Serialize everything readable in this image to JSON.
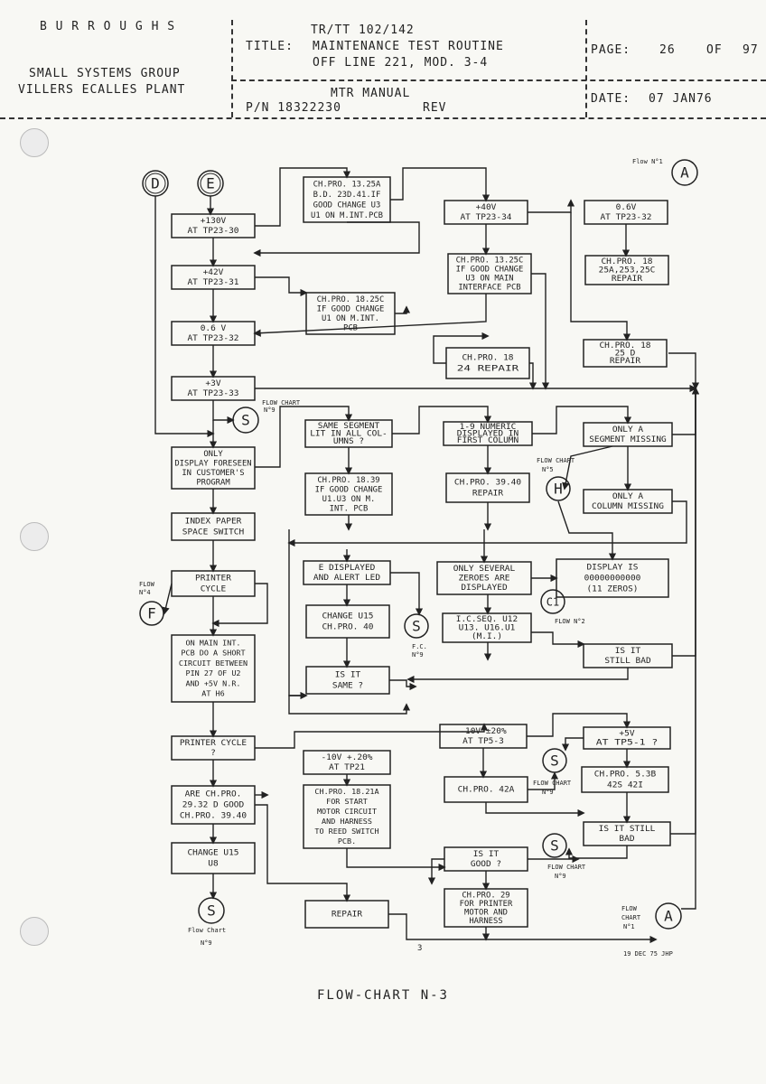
{
  "header": {
    "company": "B U R R O U G H S",
    "group_line1": "SMALL SYSTEMS GROUP",
    "group_line2": "VILLERS ECALLES PLANT",
    "ref": "TR/TT    102/142",
    "title_label": "TITLE:",
    "title_line1": "MAINTENANCE TEST ROUTINE",
    "title_line2": "OFF LINE 221, MOD. 3-4",
    "manual": "MTR MANUAL",
    "pn": "P/N 18322230",
    "rev": "REV",
    "page_label": "PAGE:",
    "page_num": "26",
    "page_of": "OF",
    "page_total": "97",
    "date_label": "DATE:",
    "date_value": "07 JAN76"
  },
  "connectors": {
    "D": "D",
    "E": "E",
    "A": "A",
    "S": "S",
    "H": "H",
    "F": "F",
    "C1": "C1"
  },
  "notes": {
    "flow1_top": "Flow N°1",
    "fc9_a": "FLOW CHART",
    "fc9_b": "N°9",
    "fc5_a": "FLOW CHART",
    "fc5_b": "N°5",
    "fc9_c": "F.C.",
    "fc9_d": "N°9",
    "flow4_a": "FLOW",
    "flow4_b": "N°4",
    "flow2": "FLOW N°2",
    "fc9_e": "FLOW CHART",
    "fc9_f": "N°9",
    "fc9_g": "FLOW CHART",
    "fc9_h": "N°9",
    "fc9_i": "Flow Chart",
    "fc9_j": "N°9",
    "flow1_a": "FLOW",
    "flow1_b": "CHART",
    "flow1_c": "N°1"
  },
  "boxes": {
    "v130": [
      "+130V",
      "AT TP23-30"
    ],
    "v42": [
      "+42V",
      "AT TP23-31"
    ],
    "v06a": [
      "0.6 V",
      "AT TP23-32"
    ],
    "v3": [
      "+3V",
      "AT TP23-33"
    ],
    "only_display": [
      "ONLY",
      "DISPLAY FORESEEN",
      "IN CUSTOMER'S",
      "PROGRAM"
    ],
    "index_paper": [
      "INDEX PAPER",
      "SPACE SWITCH"
    ],
    "printer_cycle1": [
      "PRINTER",
      "CYCLE"
    ],
    "short_circuit": [
      "ON MAIN INT.",
      "PCB DO A SHORT",
      "CIRCUIT BETWEEN",
      "PIN 27 OF U2",
      "AND +5V N.R.",
      "AT H6"
    ],
    "printer_cycle2": [
      "PRINTER CYCLE",
      "?"
    ],
    "are_chpro": [
      "ARE CH.PRO.",
      "29.32 D GOOD",
      "CH.PRO. 39.40"
    ],
    "change_u15_u8": [
      "CHANGE U15",
      "U8"
    ],
    "chpro_1325a": [
      "CH.PRO. 13.25A",
      "B.D. 23D.41.IF",
      "GOOD CHANGE U3",
      "U1 ON M.INT.PCB"
    ],
    "v40": [
      "+40V",
      "AT TP23-34"
    ],
    "chpro_1325c_a": [
      "CH.PRO. 13.25C",
      "IF GOOD CHANGE",
      "U3 ON MAIN",
      "INTERFACE PCB"
    ],
    "v06b": [
      "0.6V",
      "AT TP23-32"
    ],
    "chpro_18_25a": [
      "CH.PRO. 18",
      "25A,253,25C",
      "REPAIR"
    ],
    "chpro_1825c": [
      "CH.PRO. 18.25C",
      "IF GOOD CHANGE",
      "U1 ON M.INT.",
      "PCB"
    ],
    "chpro_1824": [
      "CH.PRO. 18",
      "24    REPAIR"
    ],
    "chpro_1825d": [
      "CH.PRO. 18",
      "25 D",
      "REPAIR"
    ],
    "same_segment": [
      "SAME SEGMENT",
      "LIT IN ALL COL-",
      "UMNS ?"
    ],
    "numeric_first": [
      "1-9 NUMERIC",
      "DISPLAYED IN",
      "FIRST COLUMN"
    ],
    "only_segment": [
      "ONLY A",
      "SEGMENT MISSING"
    ],
    "chpro_1839": [
      "CH.PRO. 18.39",
      "IF GOOD CHANGE",
      "U1.U3 ON M.",
      "INT. PCB"
    ],
    "chpro_3940": [
      "CH.PRO. 39.40",
      "REPAIR"
    ],
    "only_column": [
      "ONLY A",
      "COLUMN MISSING"
    ],
    "e_displayed": [
      "E DISPLAYED",
      "AND ALERT LED"
    ],
    "several_zeroes": [
      "ONLY SEVERAL",
      "ZEROES ARE",
      "DISPLAYED"
    ],
    "display_is": [
      "DISPLAY IS",
      "00000000000",
      "(11 ZEROS)"
    ],
    "change_u15": [
      "CHANGE U15",
      "CH.PRO. 40"
    ],
    "ic_seq": [
      "I.C.SEQ. U12",
      "U13. U16.U1",
      "(M.I.)"
    ],
    "is_it_same": [
      "IS IT",
      "SAME ?"
    ],
    "still_bad1": [
      "IS IT",
      "STILL BAD"
    ],
    "v10a": [
      "-10V ±20%",
      "AT TP5-3"
    ],
    "v5": [
      "+5V",
      "AT TP5-1   ?"
    ],
    "v10b": [
      "-10V +.20%",
      "AT TP21"
    ],
    "chpro_42a": [
      "CH.PRO. 42A"
    ],
    "chpro_53b": [
      "CH.PRO. 5.3B",
      "42S 42I"
    ],
    "chpro_1821a": [
      "CH.PRO. 18.21A",
      "FOR START",
      "MOTOR CIRCUIT",
      "AND HARNESS",
      "TO REED SWITCH",
      "PCB."
    ],
    "still_bad2": [
      "IS IT STILL",
      "BAD"
    ],
    "is_it_good": [
      "IS IT",
      "GOOD ?"
    ],
    "chpro_29": [
      "CH.PRO. 29",
      "FOR PRINTER",
      "MOTOR AND",
      "HARNESS"
    ],
    "repair": [
      "REPAIR"
    ]
  },
  "footer": {
    "page_mark": "3",
    "signature": "19 DEC 75 JHP",
    "caption": "FLOW-CHART N-3"
  }
}
